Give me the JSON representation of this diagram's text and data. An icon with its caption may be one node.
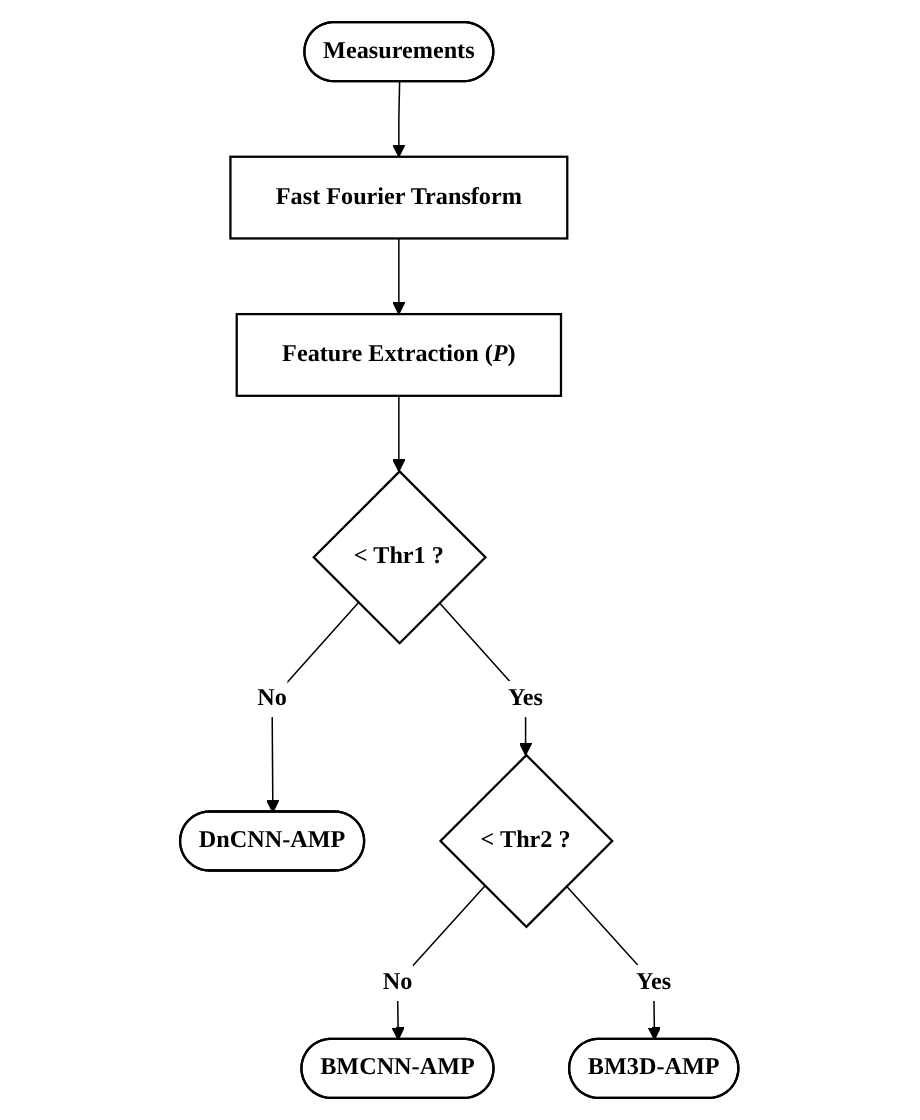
{
  "diagram": {
    "nodes": [
      {
        "text": [
          "Measurements"
        ]
      },
      {
        "text": [
          "Fast Fourier Transform"
        ]
      },
      {
        "text": [
          "Feature Extraction (*P*)"
        ]
      },
      {
        "text": [
          "< Thr1 ?"
        ]
      },
      {
        "text": [
          "DnCNN-AMP"
        ]
      },
      {
        "text": [
          "< Thr2 ?"
        ]
      },
      {
        "text": [
          "BMCNN-AMP"
        ]
      },
      {
        "text": [
          "BM3D-AMP"
        ]
      }
    ],
    "edges": [
      {
        "from": 0,
        "to": 1,
        "arrow": "to"
      },
      {
        "from": 1,
        "to": 2,
        "arrow": "to"
      },
      {
        "from": 2,
        "to": 3,
        "arrow": "to"
      },
      {
        "from": 3,
        "to": 4,
        "label": "No",
        "arrow": "to"
      },
      {
        "from": 3,
        "to": 5,
        "label": "Yes",
        "arrow": "to"
      },
      {
        "from": 5,
        "to": 6,
        "label": "No",
        "arrow": "to"
      },
      {
        "from": 5,
        "to": 7,
        "label": "Yes",
        "arrow": "to"
      }
    ]
  }
}
